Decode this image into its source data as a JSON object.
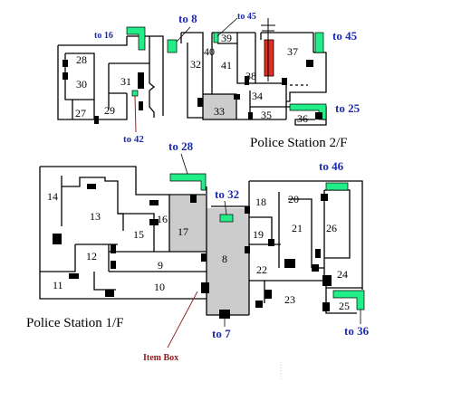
{
  "floors": {
    "second": {
      "title": "Police Station 2/F",
      "rooms": [
        "28",
        "30",
        "27",
        "29",
        "31",
        "32",
        "40",
        "39",
        "41",
        "38",
        "37",
        "34",
        "33",
        "35",
        "36"
      ],
      "links": [
        "to 16",
        "to 8",
        "to 45",
        "to 45",
        "to 25",
        "to 42"
      ]
    },
    "first": {
      "title": "Police Station 1/F",
      "rooms": [
        "14",
        "13",
        "16",
        "15",
        "17",
        "12",
        "9",
        "11",
        "10",
        "8",
        "18",
        "20",
        "19",
        "21",
        "26",
        "22",
        "24",
        "23",
        "25"
      ],
      "links": [
        "to 28",
        "to 32",
        "to 46",
        "to 7",
        "to 36"
      ]
    }
  },
  "annotations": {
    "item_box": "Item Box"
  },
  "colors": {
    "stairs": "#22ee88",
    "link_text": "#1c2ab3",
    "highlight_room": "#cccccc",
    "item_box_text": "#8b1a1a",
    "ladder": "#e22d22"
  }
}
